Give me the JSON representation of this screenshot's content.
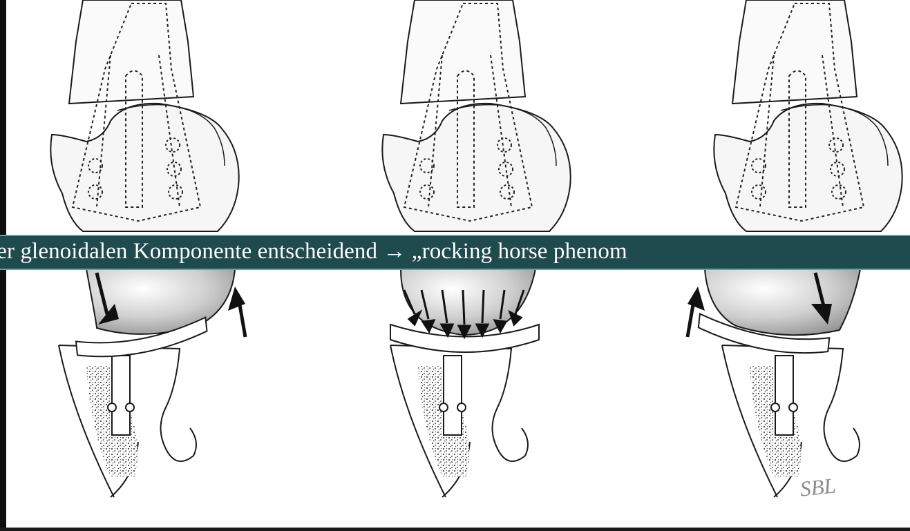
{
  "caption": "ler glenoidalen Komponente entscheidend → „rocking horse phenom",
  "signature": "SBL",
  "colors": {
    "caption_background": "#1f4a4e",
    "caption_border": "#6f9fa2",
    "caption_text": "#ffffff",
    "frame": "#1a1a1a",
    "drawing_background": "#ffffff",
    "line": "#1a1a1a",
    "head_shading": "#b8b8b8"
  },
  "panels": [
    {
      "name": "left",
      "force": "eccentric-left",
      "arrows": [
        "down-left-arrow-icon",
        "up-right-arrow-icon"
      ]
    },
    {
      "name": "center",
      "force": "centered",
      "arrows": [
        "radial-arrows-icon"
      ]
    },
    {
      "name": "right",
      "force": "eccentric-right",
      "arrows": [
        "up-left-arrow-icon",
        "down-right-arrow-icon"
      ]
    }
  ]
}
